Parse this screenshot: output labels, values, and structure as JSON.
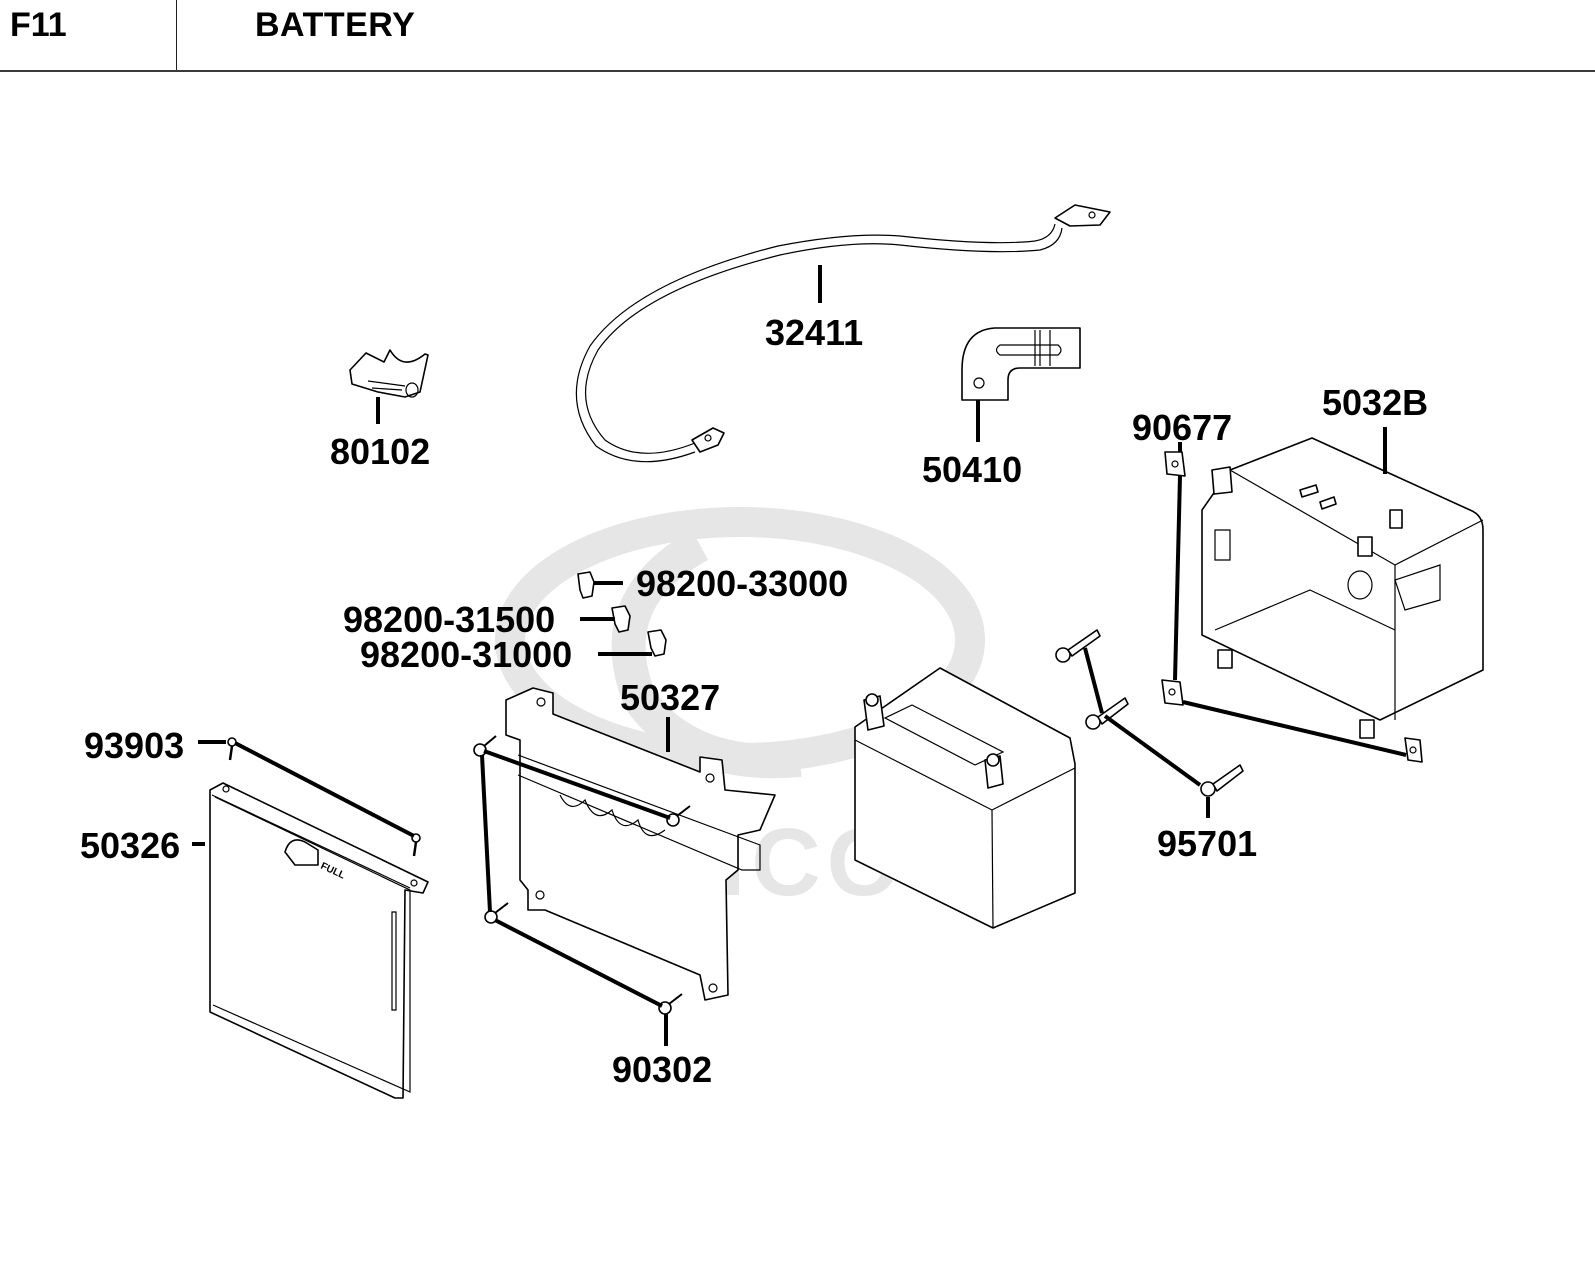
{
  "header": {
    "section_code": "F11",
    "section_title": "BATTERY"
  },
  "watermark": {
    "brand": "KYMCO",
    "color": "#e6e6e6"
  },
  "parts": [
    {
      "id": "cable",
      "label": "32411",
      "name": "battery-cable"
    },
    {
      "id": "holder",
      "label": "80102",
      "name": "cable-holder"
    },
    {
      "id": "terminal",
      "label": "50410",
      "name": "terminal-bracket"
    },
    {
      "id": "box",
      "label": "5032B",
      "name": "battery-box"
    },
    {
      "id": "nut",
      "label": "90677",
      "name": "clip-nut"
    },
    {
      "id": "fuse30",
      "label": "98200-33000",
      "name": "fuse-30a"
    },
    {
      "id": "fuse15",
      "label": "98200-31500",
      "name": "fuse-15a"
    },
    {
      "id": "fuse10",
      "label": "98200-31000",
      "name": "fuse-10a"
    },
    {
      "id": "fusebracket",
      "label": "50327",
      "name": "fuse-bracket"
    },
    {
      "id": "screw",
      "label": "93903",
      "name": "tapping-screw"
    },
    {
      "id": "cover",
      "label": "50326",
      "name": "battery-cover"
    },
    {
      "id": "bolt",
      "label": "90302",
      "name": "flange-bolt"
    },
    {
      "id": "boltbox",
      "label": "95701",
      "name": "box-bolt"
    }
  ],
  "cover_marking": "FULL"
}
